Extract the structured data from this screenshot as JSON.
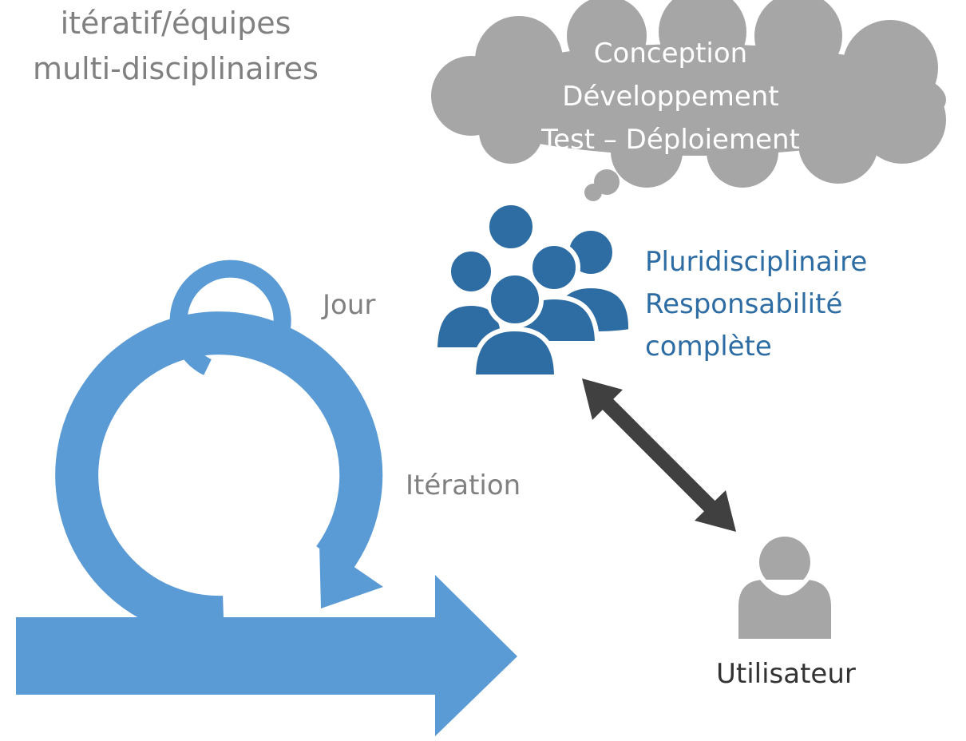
{
  "heading": {
    "lines": [
      "itératif/équipes",
      "multi-disciplinaires"
    ]
  },
  "thought_cloud": {
    "lines": [
      "Conception",
      "Développement",
      "Test – Déploiement"
    ]
  },
  "team": {
    "lines": [
      "Pluridisciplinaire",
      "Responsabilité",
      "complète"
    ]
  },
  "cycles": {
    "daily_label": "Jour",
    "iteration_label": "Itération"
  },
  "user": {
    "label": "Utilisateur"
  },
  "colors": {
    "cycle_blue": "#5b9bd5",
    "team_blue": "#2e6da4",
    "cloud_grey": "#a6a6a6",
    "user_grey": "#a6a6a6",
    "arrow_dark": "#404040",
    "label_grey": "#808080"
  }
}
